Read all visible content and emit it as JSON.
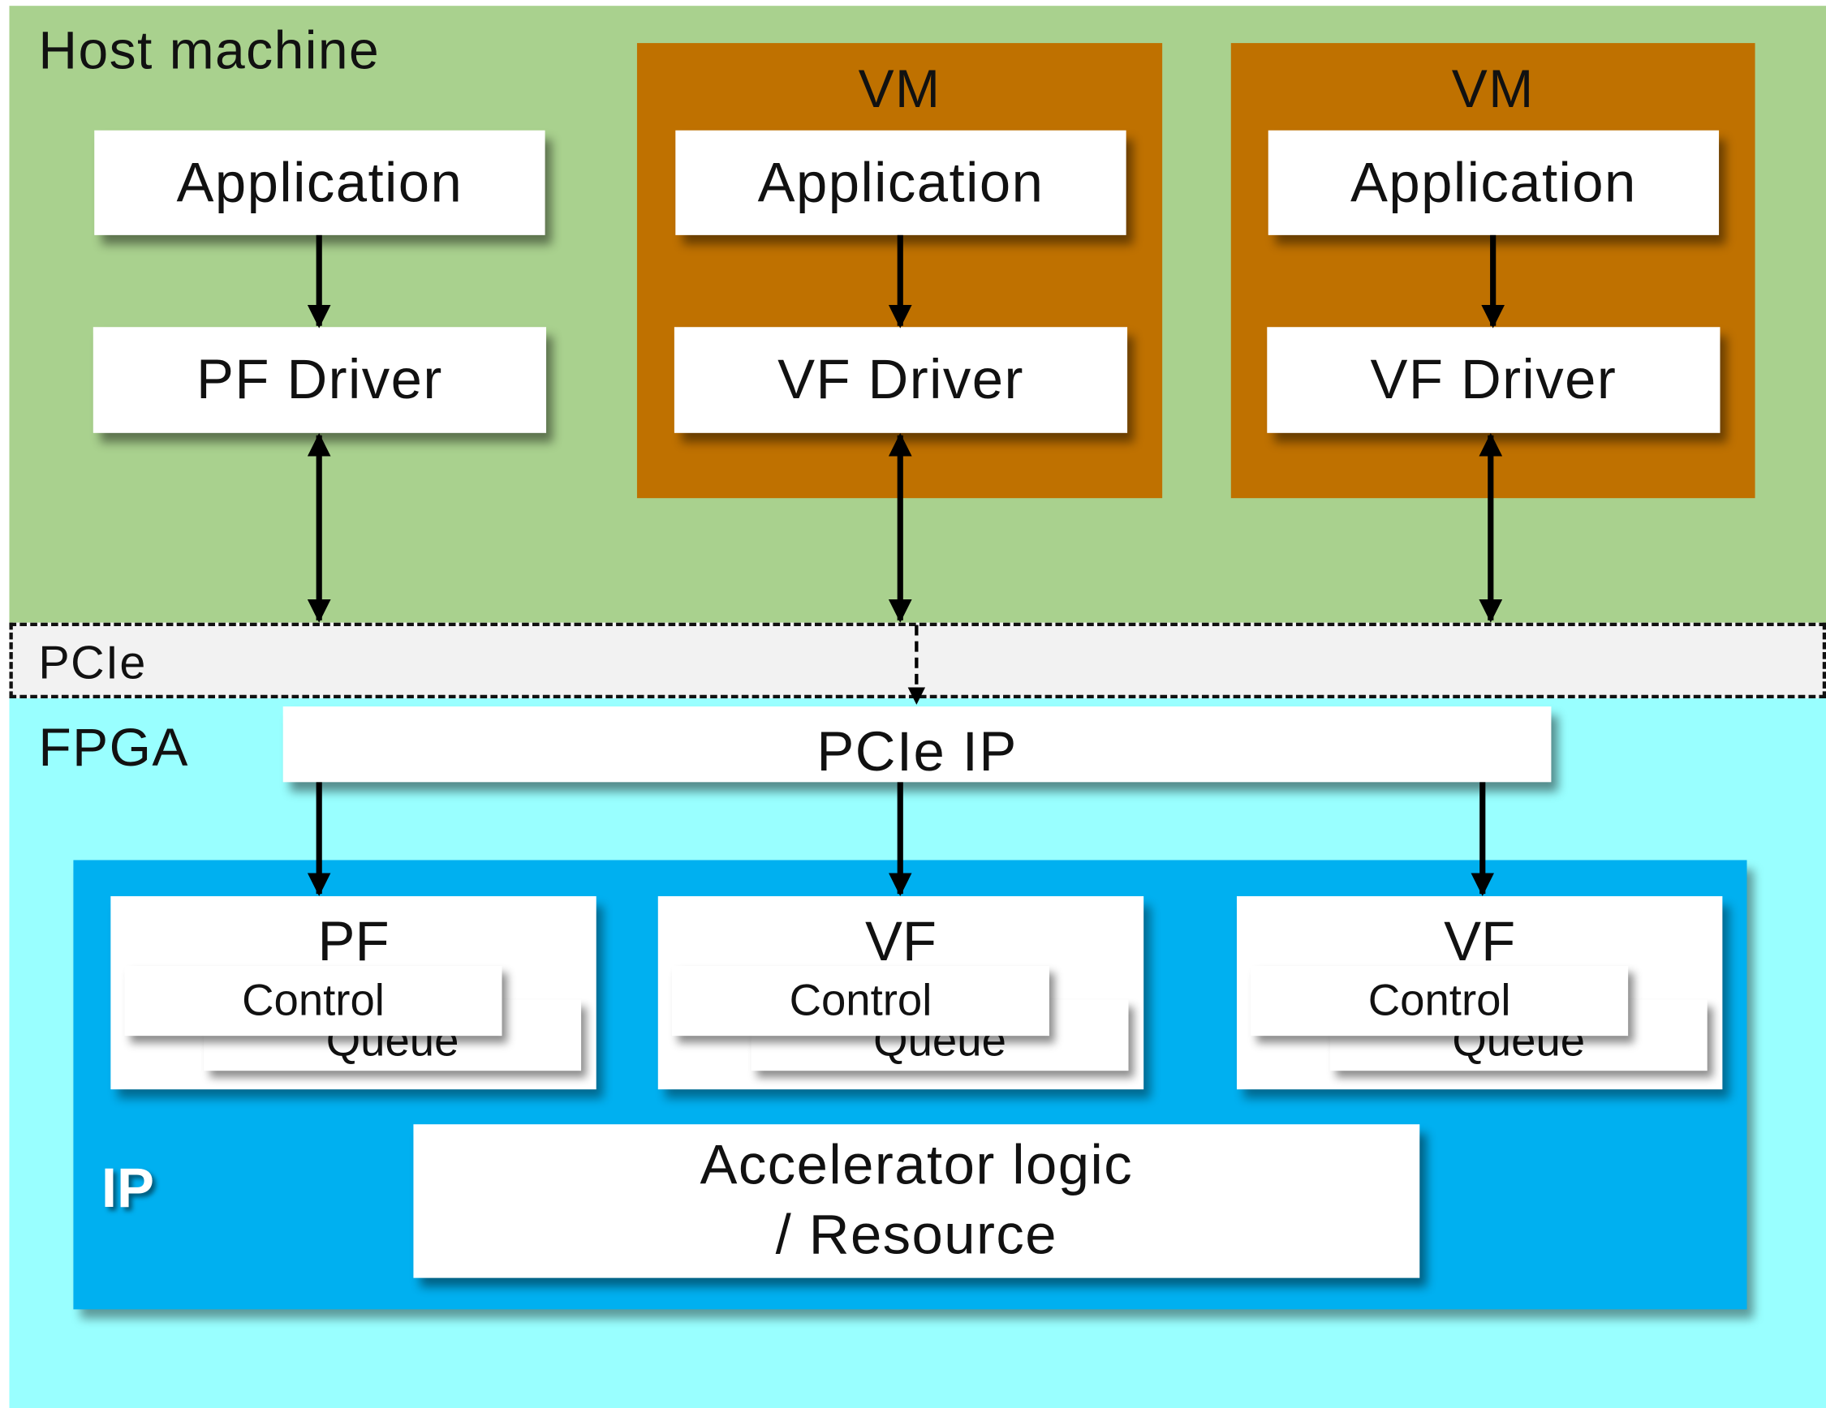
{
  "colors": {
    "host": "#a9d18e",
    "vm": "#bf7100",
    "pcie": "#f2f2f2",
    "fpga": "#99ffff",
    "ip": "#00b0f0"
  },
  "host": {
    "label": "Host machine",
    "app_label": "Application",
    "driver_label": "PF Driver"
  },
  "vms": [
    {
      "label": "VM",
      "app_label": "Application",
      "driver_label": "VF Driver"
    },
    {
      "label": "VM",
      "app_label": "Application",
      "driver_label": "VF Driver"
    }
  ],
  "pcie": {
    "label": "PCIe"
  },
  "fpga": {
    "label": "FPGA",
    "pcie_ip_label": "PCIe IP"
  },
  "ip": {
    "label": "IP",
    "functions": [
      {
        "label": "PF",
        "control": "Control",
        "queue": "Queue"
      },
      {
        "label": "VF",
        "control": "Control",
        "queue": "Queue"
      },
      {
        "label": "VF",
        "control": "Control",
        "queue": "Queue"
      }
    ],
    "accelerator_line1": "Accelerator logic",
    "accelerator_line2": "/ Resource"
  }
}
